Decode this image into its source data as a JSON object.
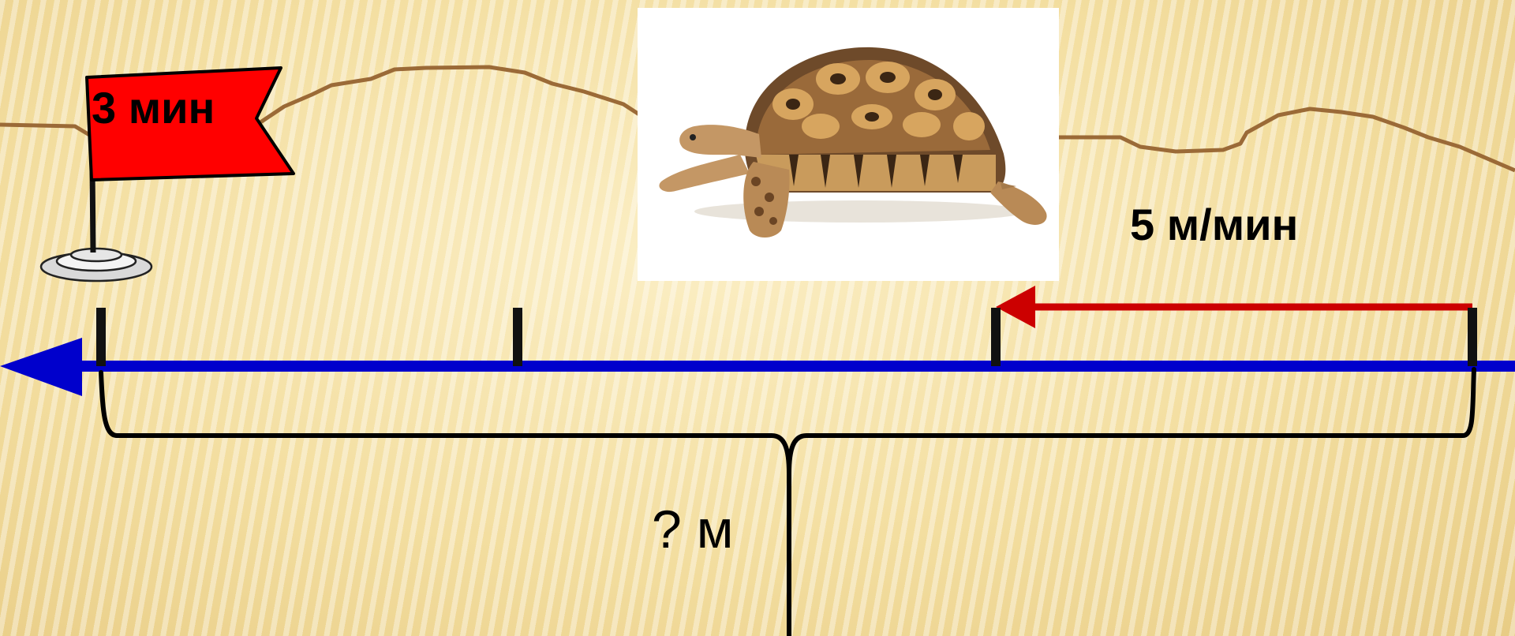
{
  "diagram": {
    "flag_time": "3 мин",
    "speed": "5 м/мин",
    "distance_question": "? м"
  },
  "colors": {
    "axis_blue": "#0000cc",
    "arrow_red": "#cc0000",
    "flag_red": "#ff0000",
    "hill_brown": "#9b6a37",
    "brace_black": "#000000"
  },
  "icons": {
    "flag": "flag-icon",
    "turtle": "turtle-icon"
  }
}
